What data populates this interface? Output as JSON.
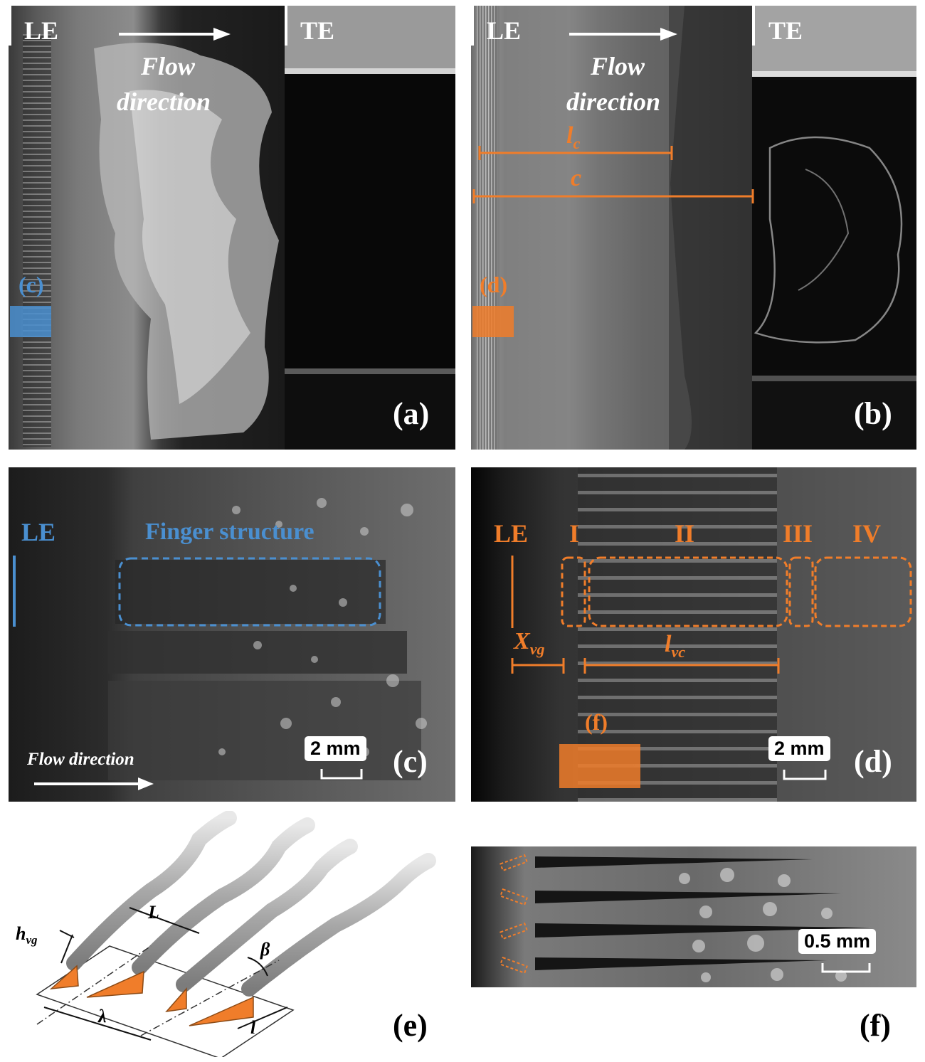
{
  "panel_a": {
    "le": "LE",
    "te": "TE",
    "flow_line1": "Flow",
    "flow_line2": "direction",
    "inset_ref": "(c)",
    "letter": "(a)"
  },
  "panel_b": {
    "le": "LE",
    "te": "TE",
    "flow_line1": "Flow",
    "flow_line2": "direction",
    "lc_main": "l",
    "lc_sub": "c",
    "c_label": "c",
    "inset_ref": "(d)",
    "letter": "(b)"
  },
  "panel_c": {
    "le": "LE",
    "finger": "Finger structure",
    "flow": "Flow direction",
    "scale": "2 mm",
    "letter": "(c)"
  },
  "panel_d": {
    "le": "LE",
    "regions": [
      "I",
      "II",
      "III",
      "IV"
    ],
    "xvg_main": "X",
    "xvg_sub": "vg",
    "lvc_main": "l",
    "lvc_sub": "vc",
    "inset_ref": "(f)",
    "scale": "2 mm",
    "letter": "(d)"
  },
  "panel_e": {
    "h_main": "h",
    "h_sub": "vg",
    "L": "L",
    "beta": "β",
    "lambda": "λ",
    "l": "l",
    "letter": "(e)"
  },
  "panel_f": {
    "scale": "0.5 mm",
    "letter": "(f)"
  },
  "colors": {
    "orange": "#f07d2a",
    "blue": "#4a8fd0"
  }
}
